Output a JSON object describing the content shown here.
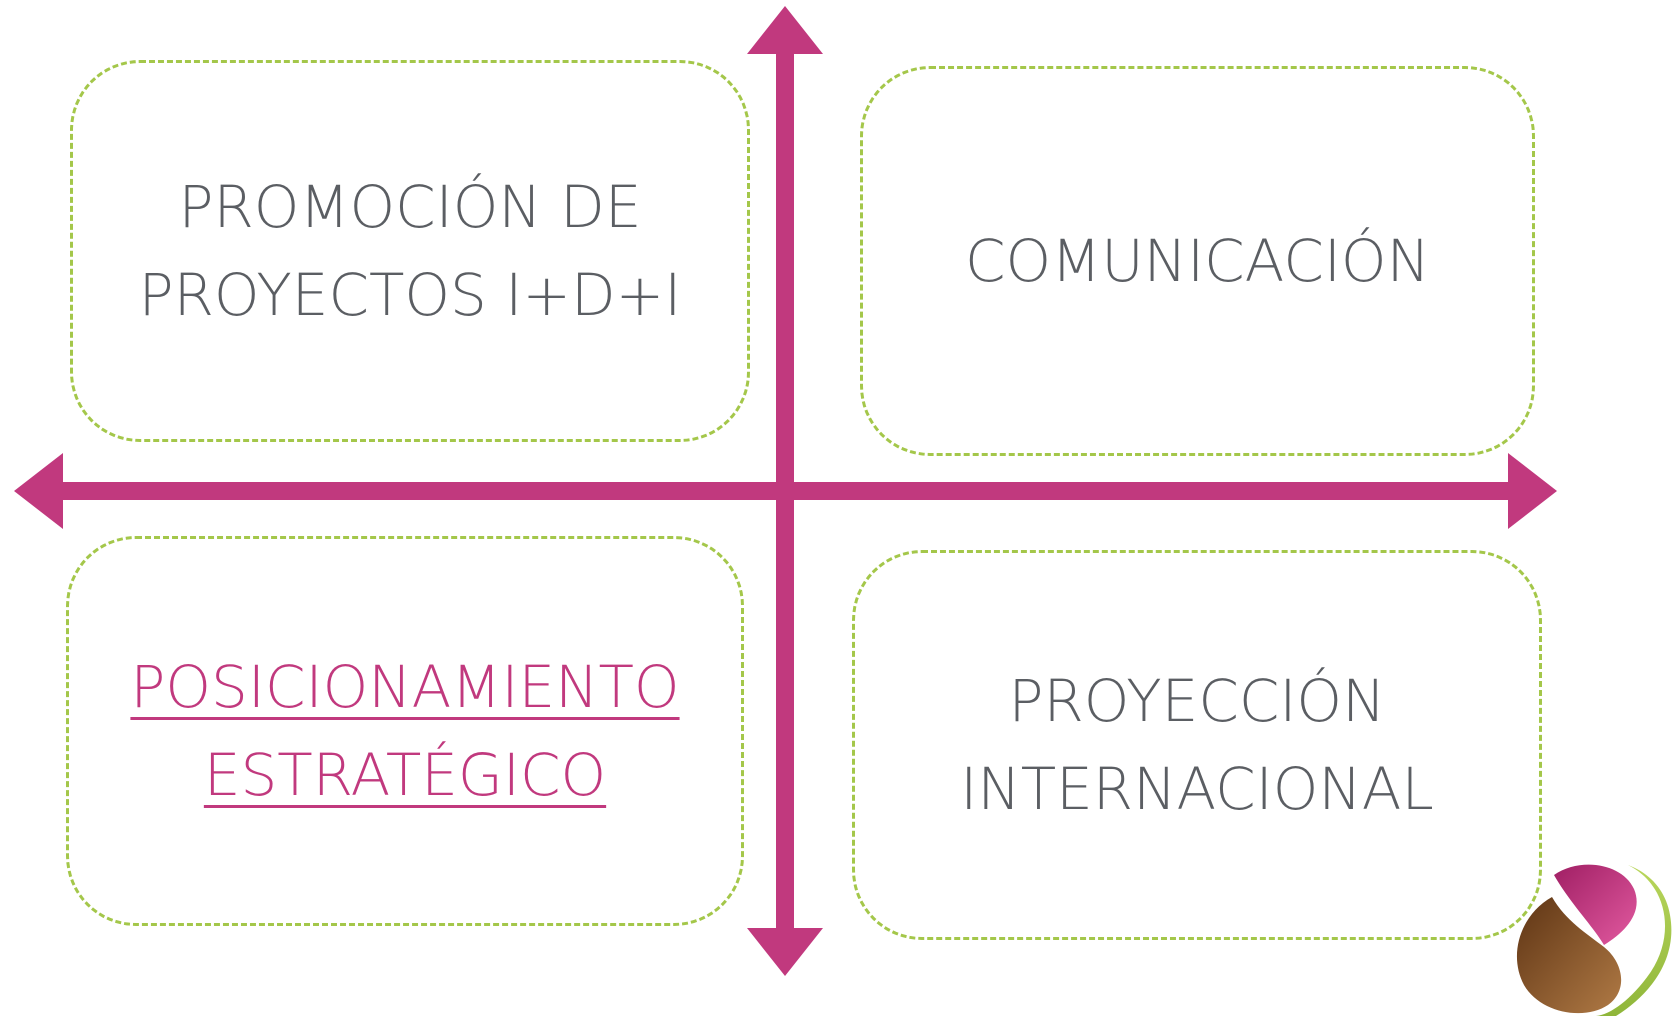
{
  "quadrants": {
    "top_left": {
      "label": "PROMOCIÓN DE\nPROYECTOS I+D+I"
    },
    "top_right": {
      "label": "COMUNICACIÓN"
    },
    "bottom_left": {
      "label": "POSICIONAMIENTO\nESTRATÉGICO",
      "active": true
    },
    "bottom_right": {
      "label": "PROYECCIÓN\nINTERNACIONAL"
    }
  },
  "colors": {
    "axis": "#c1397e",
    "frame_border": "#a4c74a",
    "text": "#5b5e63",
    "active_text": "#c1397e",
    "logo_magenta": "#c1397e",
    "logo_brown": "#8b5a2b",
    "logo_green": "#a4c74a"
  },
  "logo": {
    "icon": "drop-logo-icon"
  }
}
